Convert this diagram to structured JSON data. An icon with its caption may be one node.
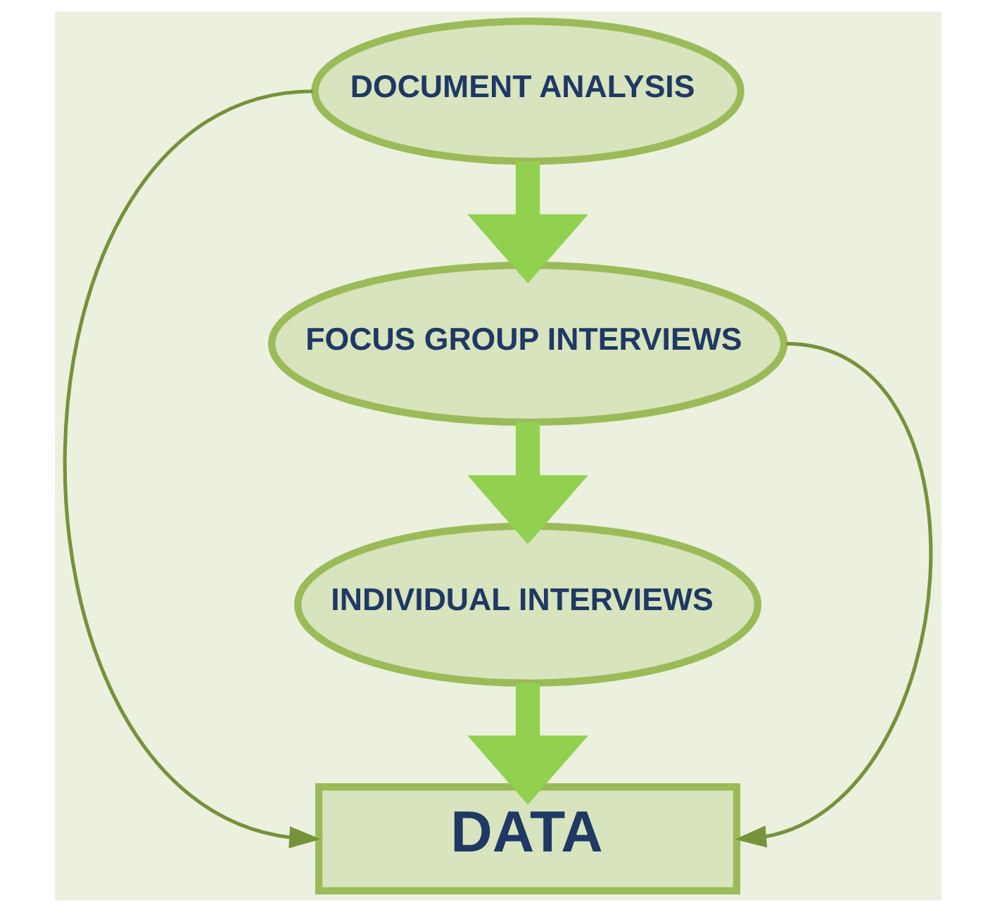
{
  "diagram": {
    "nodes": [
      {
        "text": [
          "DOCUMENT ANALYSIS"
        ]
      },
      {
        "text": [
          "FOCUS GROUP INTERVIEWS"
        ]
      },
      {
        "text": [
          "INDIVIDUAL INTERVIEWS"
        ]
      },
      {
        "text": [
          "DATA"
        ]
      }
    ],
    "edges": [
      {
        "from": 0,
        "to": 1,
        "arrow": "to"
      },
      {
        "from": 1,
        "to": 2,
        "arrow": "to"
      },
      {
        "from": 2,
        "to": 3,
        "arrow": "to"
      },
      {
        "from": 0,
        "to": 3,
        "arrow": "to",
        "color": "#76923c"
      },
      {
        "from": 1,
        "to": 3,
        "arrow": "to",
        "color": "#76923c"
      }
    ]
  }
}
